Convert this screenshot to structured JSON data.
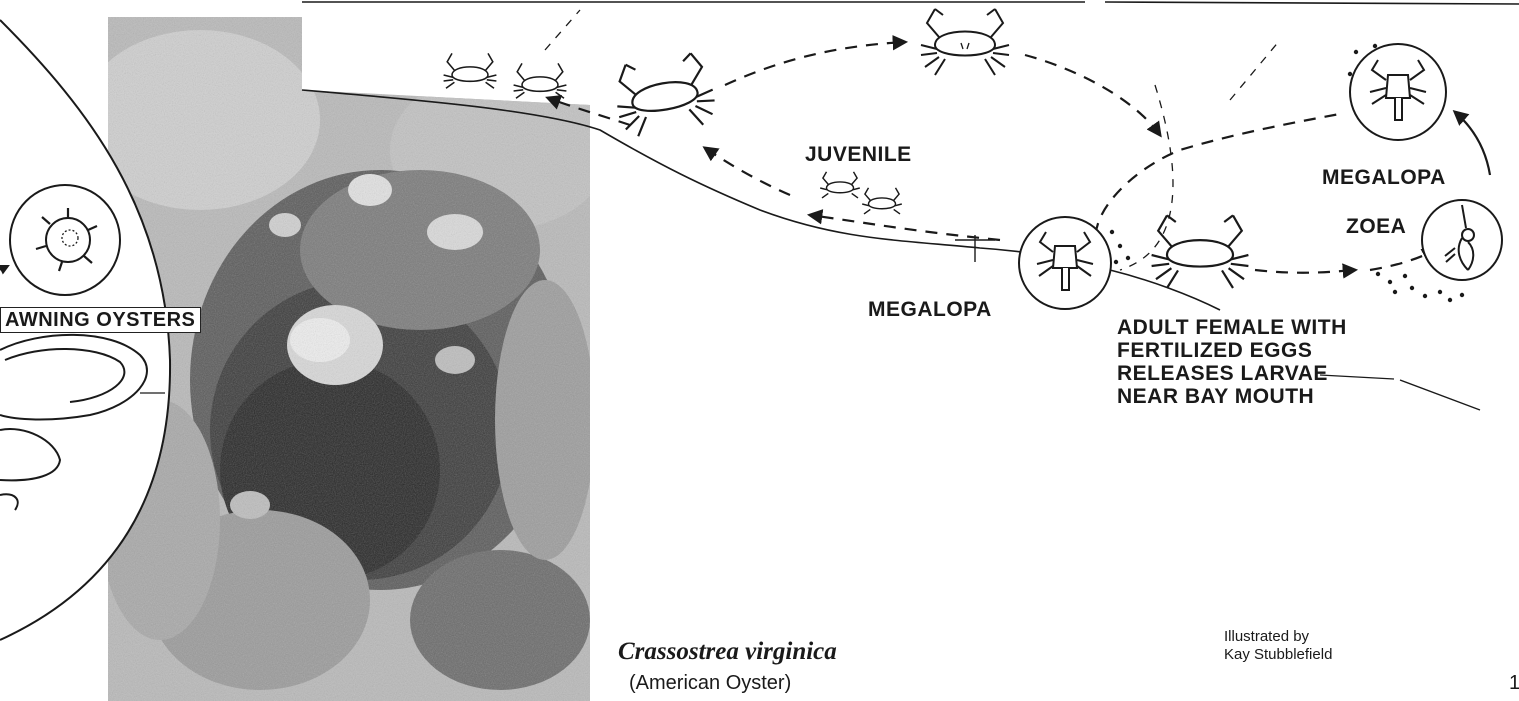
{
  "labels": {
    "juvenile": "JUVENILE",
    "megalopa_top": "MEGALOPA",
    "zoea": "ZOEA",
    "megalopa_bottom": "MEGALOPA",
    "adult_female": [
      "ADULT FEMALE WITH",
      "FERTILIZED EGGS",
      "RELEASES LARVAE",
      "NEAR BAY MOUTH"
    ],
    "spawning_oysters": "AWNING OYSTERS",
    "credit": [
      "Illustrated by",
      "Kay Stubblefield"
    ],
    "species_name": "Crassostrea virginica",
    "common_name": "(American Oyster)",
    "page_fragment": "1"
  },
  "colors": {
    "ink": "#1a1a1a",
    "photo_dark": "#2a2a2a",
    "photo_mid": "#8a8a8a",
    "photo_light": "#c8c8c8"
  }
}
